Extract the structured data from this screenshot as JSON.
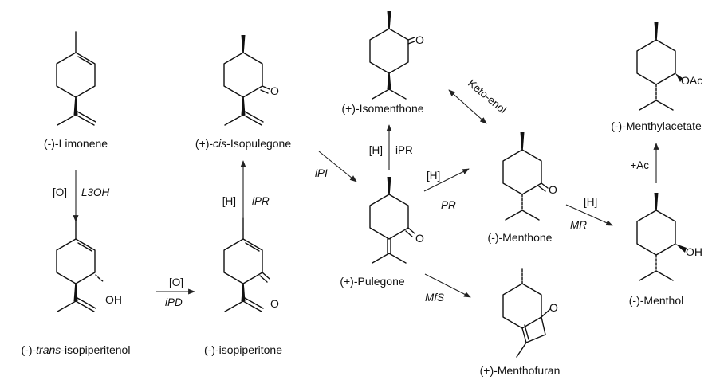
{
  "compounds": {
    "limonene": "(-)-Limonene",
    "isopiperitenol_pre": "(-)-",
    "isopiperitenol_it": "trans",
    "isopiperitenol_post": "-isopiperitenol",
    "isopiperitone": "(-)-isopiperitone",
    "cis_isopulegone_pre": "(+)-",
    "cis_isopulegone_it": "cis",
    "cis_isopulegone_post": "-Isopulegone",
    "isomenthone": "(+)-Isomenthone",
    "pulegone": "(+)-Pulegone",
    "menthone": "(-)-Menthone",
    "menthofuran": "(+)-Menthofuran",
    "menthol": "(-)-Menthol",
    "menthylacetate": "(-)-Menthylacetate"
  },
  "atoms": {
    "oh": "OH",
    "o": "O",
    "oac": "OAc"
  },
  "reactions": {
    "r1_reagent": "[O]",
    "r1_enzyme": "L3OH",
    "r2_reagent": "[O]",
    "r2_enzyme": "iPD",
    "r3_reagent": "[H]",
    "r3_enzyme": "iPR",
    "r4_enzyme": "iPI",
    "r5_reagent": "[H]",
    "r5_enzyme": "iPR",
    "r6_reagent": "[H]",
    "r6_enzyme": "PR",
    "r7_enzyme": "MfS",
    "r8_label": "Keto-enol",
    "r9_reagent": "[H]",
    "r9_enzyme": "MR",
    "r10_reagent": "+Ac"
  }
}
